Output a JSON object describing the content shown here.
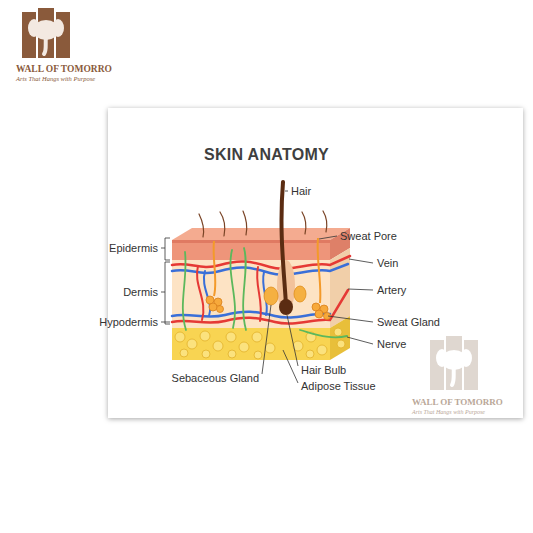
{
  "diagram": {
    "title": "SKIN ANATOMY",
    "labels": [
      "Hair",
      "Epidermis",
      "Sweat Pore",
      "Vein",
      "Dermis",
      "Artery",
      "Hypodermis",
      "Sweat Gland",
      "Nerve",
      "Sebaceous Gland",
      "Hair Bulb",
      "Adipose Tissue",
      "WALL OF TOMORRO",
      "Arts That Hangs with Purpose",
      "WALL OF TOMORRO",
      "Arts That Hangs with Purpose"
    ]
  }
}
